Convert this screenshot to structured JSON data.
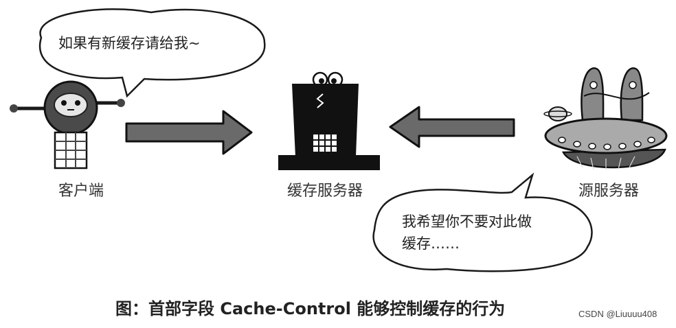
{
  "bubbles": {
    "client": "如果有新缓存请给我~",
    "origin_line1": "我希望你不要对此做",
    "origin_line2": "缓存……"
  },
  "nodes": {
    "client": "客户端",
    "cache": "缓存服务器",
    "origin": "源服务器"
  },
  "caption": "图：首部字段 Cache-Control 能够控制缓存的行为",
  "watermark": "CSDN @Liuuuu408",
  "colors": {
    "arrow_fill": "#6a6a6a",
    "outline": "#1a1a1a",
    "dark": "#111111"
  }
}
